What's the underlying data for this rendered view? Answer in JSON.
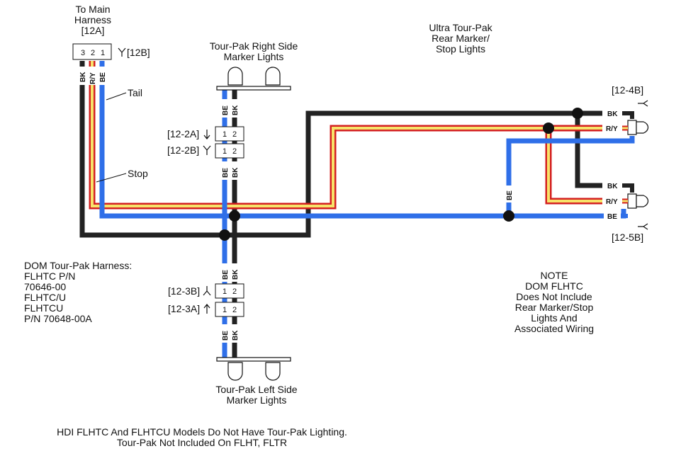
{
  "main_harness": {
    "title_lines": [
      "To Main",
      "Harness",
      "[12A]"
    ],
    "mate_id": "[12B]",
    "pins": [
      "3",
      "2",
      "1"
    ],
    "wire_codes": [
      "BK",
      "R/Y",
      "BE"
    ],
    "tail_label": "Tail",
    "stop_label": "Stop"
  },
  "right_side": {
    "title_lines": [
      "Tour-Pak Right Side",
      "Marker Lights"
    ],
    "connector_top": "[12-2A]",
    "connector_bottom": "[12-2B]",
    "pins": [
      "1",
      "2"
    ],
    "wire_codes": [
      "BE",
      "BK"
    ]
  },
  "left_side": {
    "title_lines": [
      "Tour-Pak Left Side",
      "Marker Lights"
    ],
    "connector_top": "[12-3B]",
    "connector_bottom": "[12-3A]",
    "pins": [
      "1",
      "2"
    ],
    "wire_codes": [
      "BE",
      "BK"
    ]
  },
  "ultra": {
    "title_lines": [
      "Ultra Tour-Pak",
      "Rear Marker/",
      "Stop Lights"
    ],
    "upper_connector": "[12-4B]",
    "lower_connector": "[12-5B]",
    "upper_wire_codes": [
      "BK",
      "R/Y"
    ],
    "lower_wire_codes": [
      "BK",
      "R/Y",
      "BE"
    ],
    "vertical_wire_code": "BE"
  },
  "harness_info": {
    "lines": [
      "DOM Tour-Pak Harness:",
      "FLHTC P/N",
      "70646-00",
      "FLHTC/U",
      "FLHTCU",
      "P/N 70648-00A"
    ]
  },
  "note": {
    "lines": [
      "NOTE",
      "DOM FLHTC",
      "Does Not Include",
      "Rear Marker/Stop",
      "Lights And",
      "Associated Wiring"
    ]
  },
  "footer": {
    "lines": [
      "HDI FLHTC And FLHTCU Models Do Not Have Tour-Pak Lighting.",
      "Tour-Pak Not Included On FLHT, FLTR"
    ]
  },
  "colors": {
    "black_wire": "#222222",
    "blue_wire": "#2f6fe8",
    "red_wire": "#d42020",
    "yellow_wire": "#f7e36a"
  }
}
